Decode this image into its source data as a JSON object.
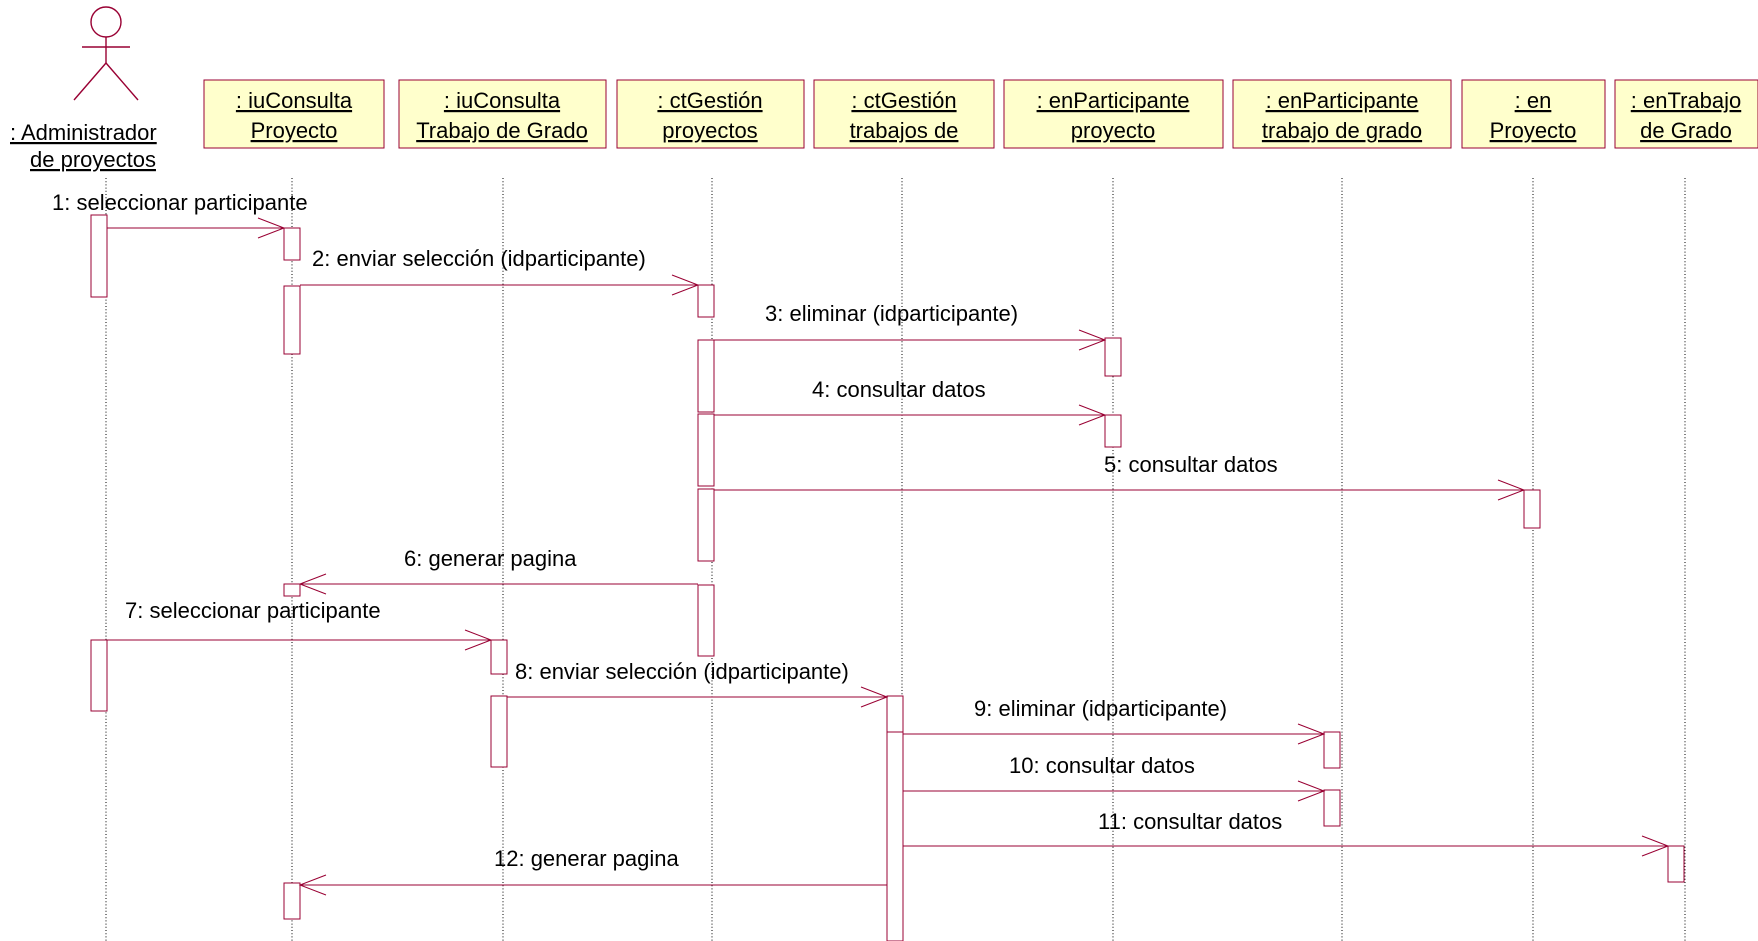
{
  "diagram": {
    "type": "uml-sequence",
    "actor": {
      "name_line1": ": Administrador",
      "name_line2": "de proyectos"
    },
    "objects": [
      {
        "id": "iu-proyecto",
        "line1": ": iuConsulta",
        "line2": "Proyecto"
      },
      {
        "id": "iu-trabajo",
        "line1": ": iuConsulta",
        "line2": "Trabajo de Grado"
      },
      {
        "id": "ct-proyectos",
        "line1": ": ctGestión",
        "line2": "proyectos"
      },
      {
        "id": "ct-trabajos",
        "line1": ": ctGestión",
        "line2": "trabajos de"
      },
      {
        "id": "en-part-proyecto",
        "line1": ": enParticipante",
        "line2": "proyecto"
      },
      {
        "id": "en-part-trabajo",
        "line1": ": enParticipante",
        "line2": "trabajo de grado"
      },
      {
        "id": "en-proyecto",
        "line1": ": en",
        "line2": "Proyecto"
      },
      {
        "id": "en-trabajo",
        "line1": ": enTrabajo",
        "line2": "de Grado"
      }
    ],
    "messages": [
      {
        "label": "1: seleccionar participante",
        "from": "actor",
        "to": "iu-proyecto"
      },
      {
        "label": "2: enviar selección (idparticipante)",
        "from": "iu-proyecto",
        "to": "ct-proyectos"
      },
      {
        "label": "3: eliminar (idparticipante)",
        "from": "ct-proyectos",
        "to": "en-part-proyecto"
      },
      {
        "label": "4: consultar datos",
        "from": "ct-proyectos",
        "to": "en-part-proyecto"
      },
      {
        "label": "5: consultar datos",
        "from": "ct-proyectos",
        "to": "en-proyecto"
      },
      {
        "label": "6: generar pagina",
        "from": "ct-proyectos",
        "to": "iu-proyecto"
      },
      {
        "label": "7: seleccionar participante",
        "from": "actor",
        "to": "iu-trabajo"
      },
      {
        "label": "8: enviar selección (idparticipante)",
        "from": "iu-trabajo",
        "to": "ct-trabajos"
      },
      {
        "label": "9: eliminar (idparticipante)",
        "from": "ct-trabajos",
        "to": "en-part-trabajo"
      },
      {
        "label": "10: consultar datos",
        "from": "ct-trabajos",
        "to": "en-part-trabajo"
      },
      {
        "label": "11: consultar datos",
        "from": "ct-trabajos",
        "to": "en-trabajo"
      },
      {
        "label": "12: generar pagina",
        "from": "ct-trabajos",
        "to": "iu-proyecto"
      }
    ],
    "colors": {
      "object_fill": "#FFFFCC",
      "line": "#990033",
      "lifeline": "#000000",
      "text": "#000000"
    }
  }
}
